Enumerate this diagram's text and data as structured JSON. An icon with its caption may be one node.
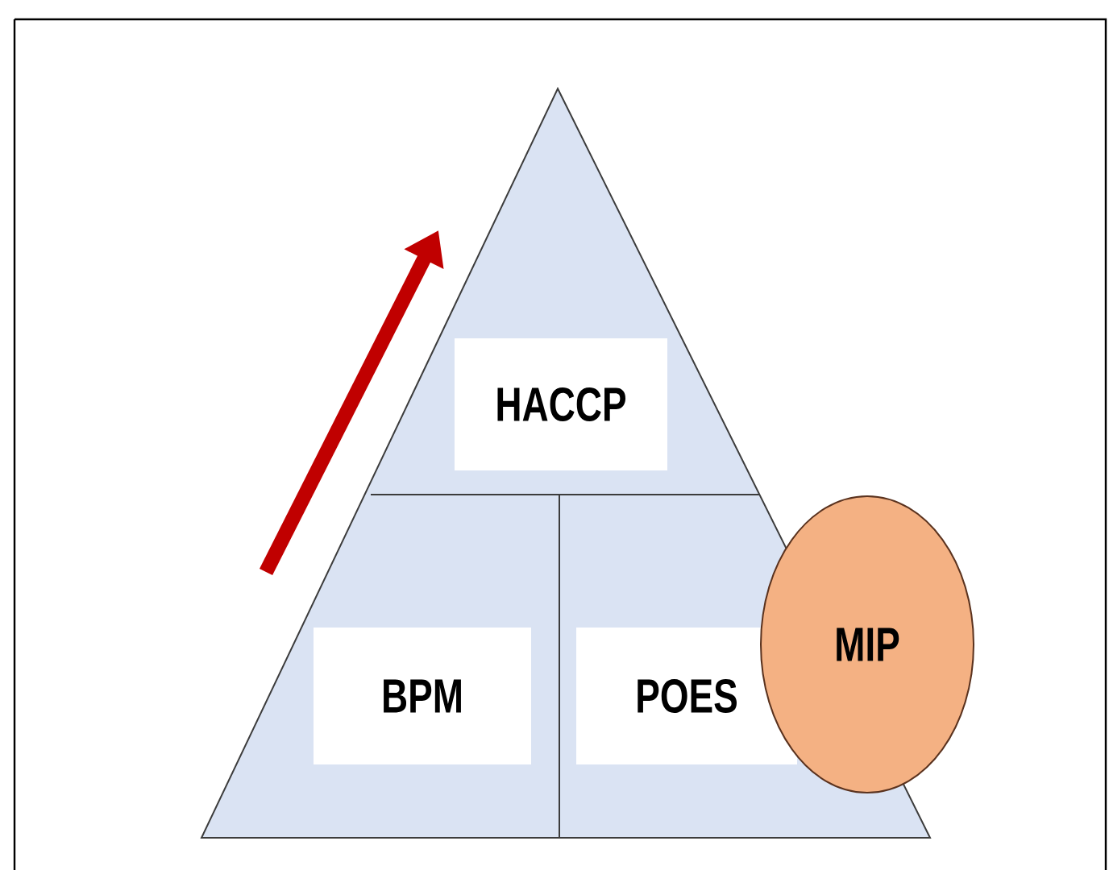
{
  "diagram": {
    "nodes": [
      {
        "text": [
          "HACCP"
        ]
      },
      {
        "text": [
          "BPM"
        ]
      },
      {
        "text": [
          "POES"
        ]
      },
      {
        "text": [
          "MIP"
        ]
      }
    ]
  }
}
